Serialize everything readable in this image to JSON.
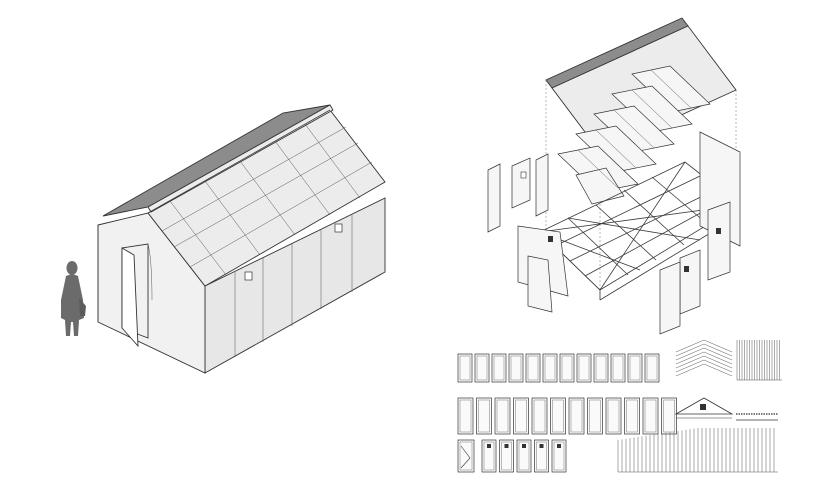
{
  "figure": {
    "panels": [
      "assembled-shelter",
      "exploded-axonometric",
      "component-kit"
    ],
    "colors": {
      "line": "#333333",
      "wall_fill": "#f1f1f1",
      "roof_dark": "#8c8c8c",
      "background": "#ffffff",
      "person": "#6b6b6b"
    }
  }
}
